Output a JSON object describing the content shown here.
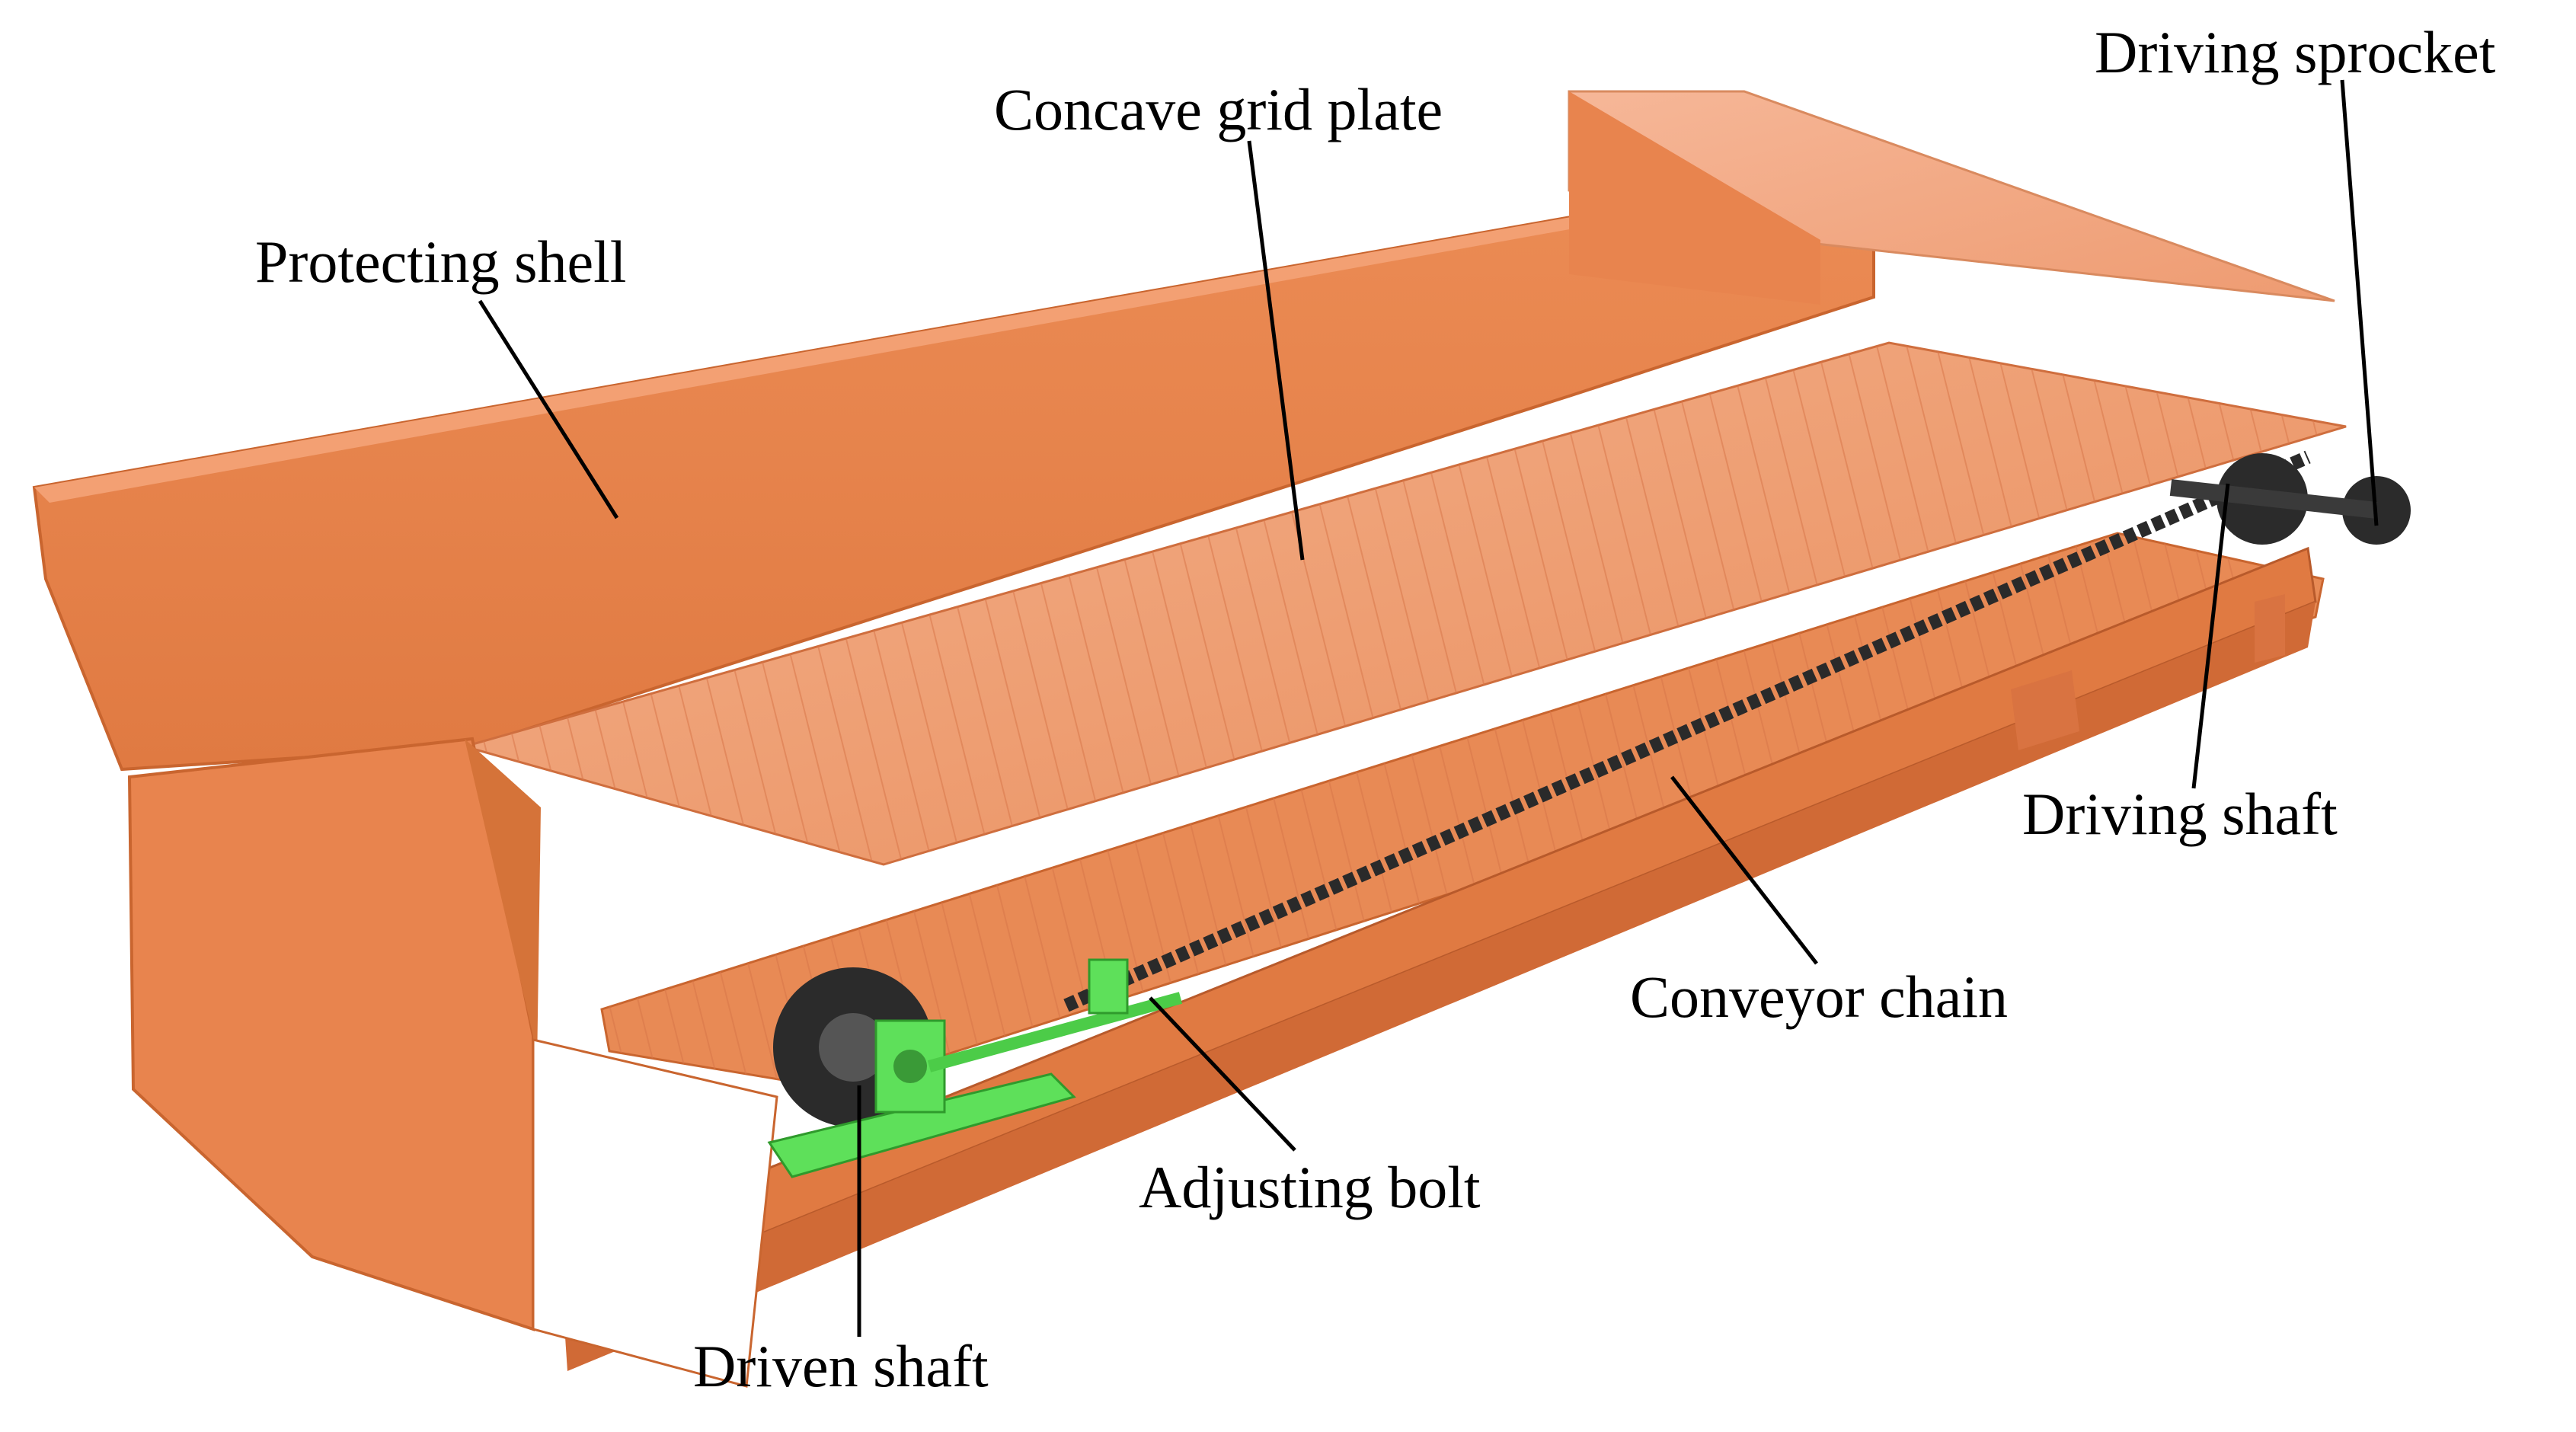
{
  "labels": {
    "protecting_shell": "Protecting shell",
    "concave_grid_plate": "Concave grid plate",
    "driving_sprocket": "Driving sprocket",
    "driving_shaft": "Driving shaft",
    "conveyor_chain": "Conveyor chain",
    "adjusting_bolt": "Adjusting bolt",
    "driven_shaft": "Driven shaft"
  },
  "colors": {
    "frame_orange": "#e8844e",
    "frame_shadow": "#c9652f",
    "grid_light": "#f0a070",
    "chain_dark": "#2a2a2a",
    "tensioner_green": "#5ee05a",
    "leader_line": "#000000"
  }
}
